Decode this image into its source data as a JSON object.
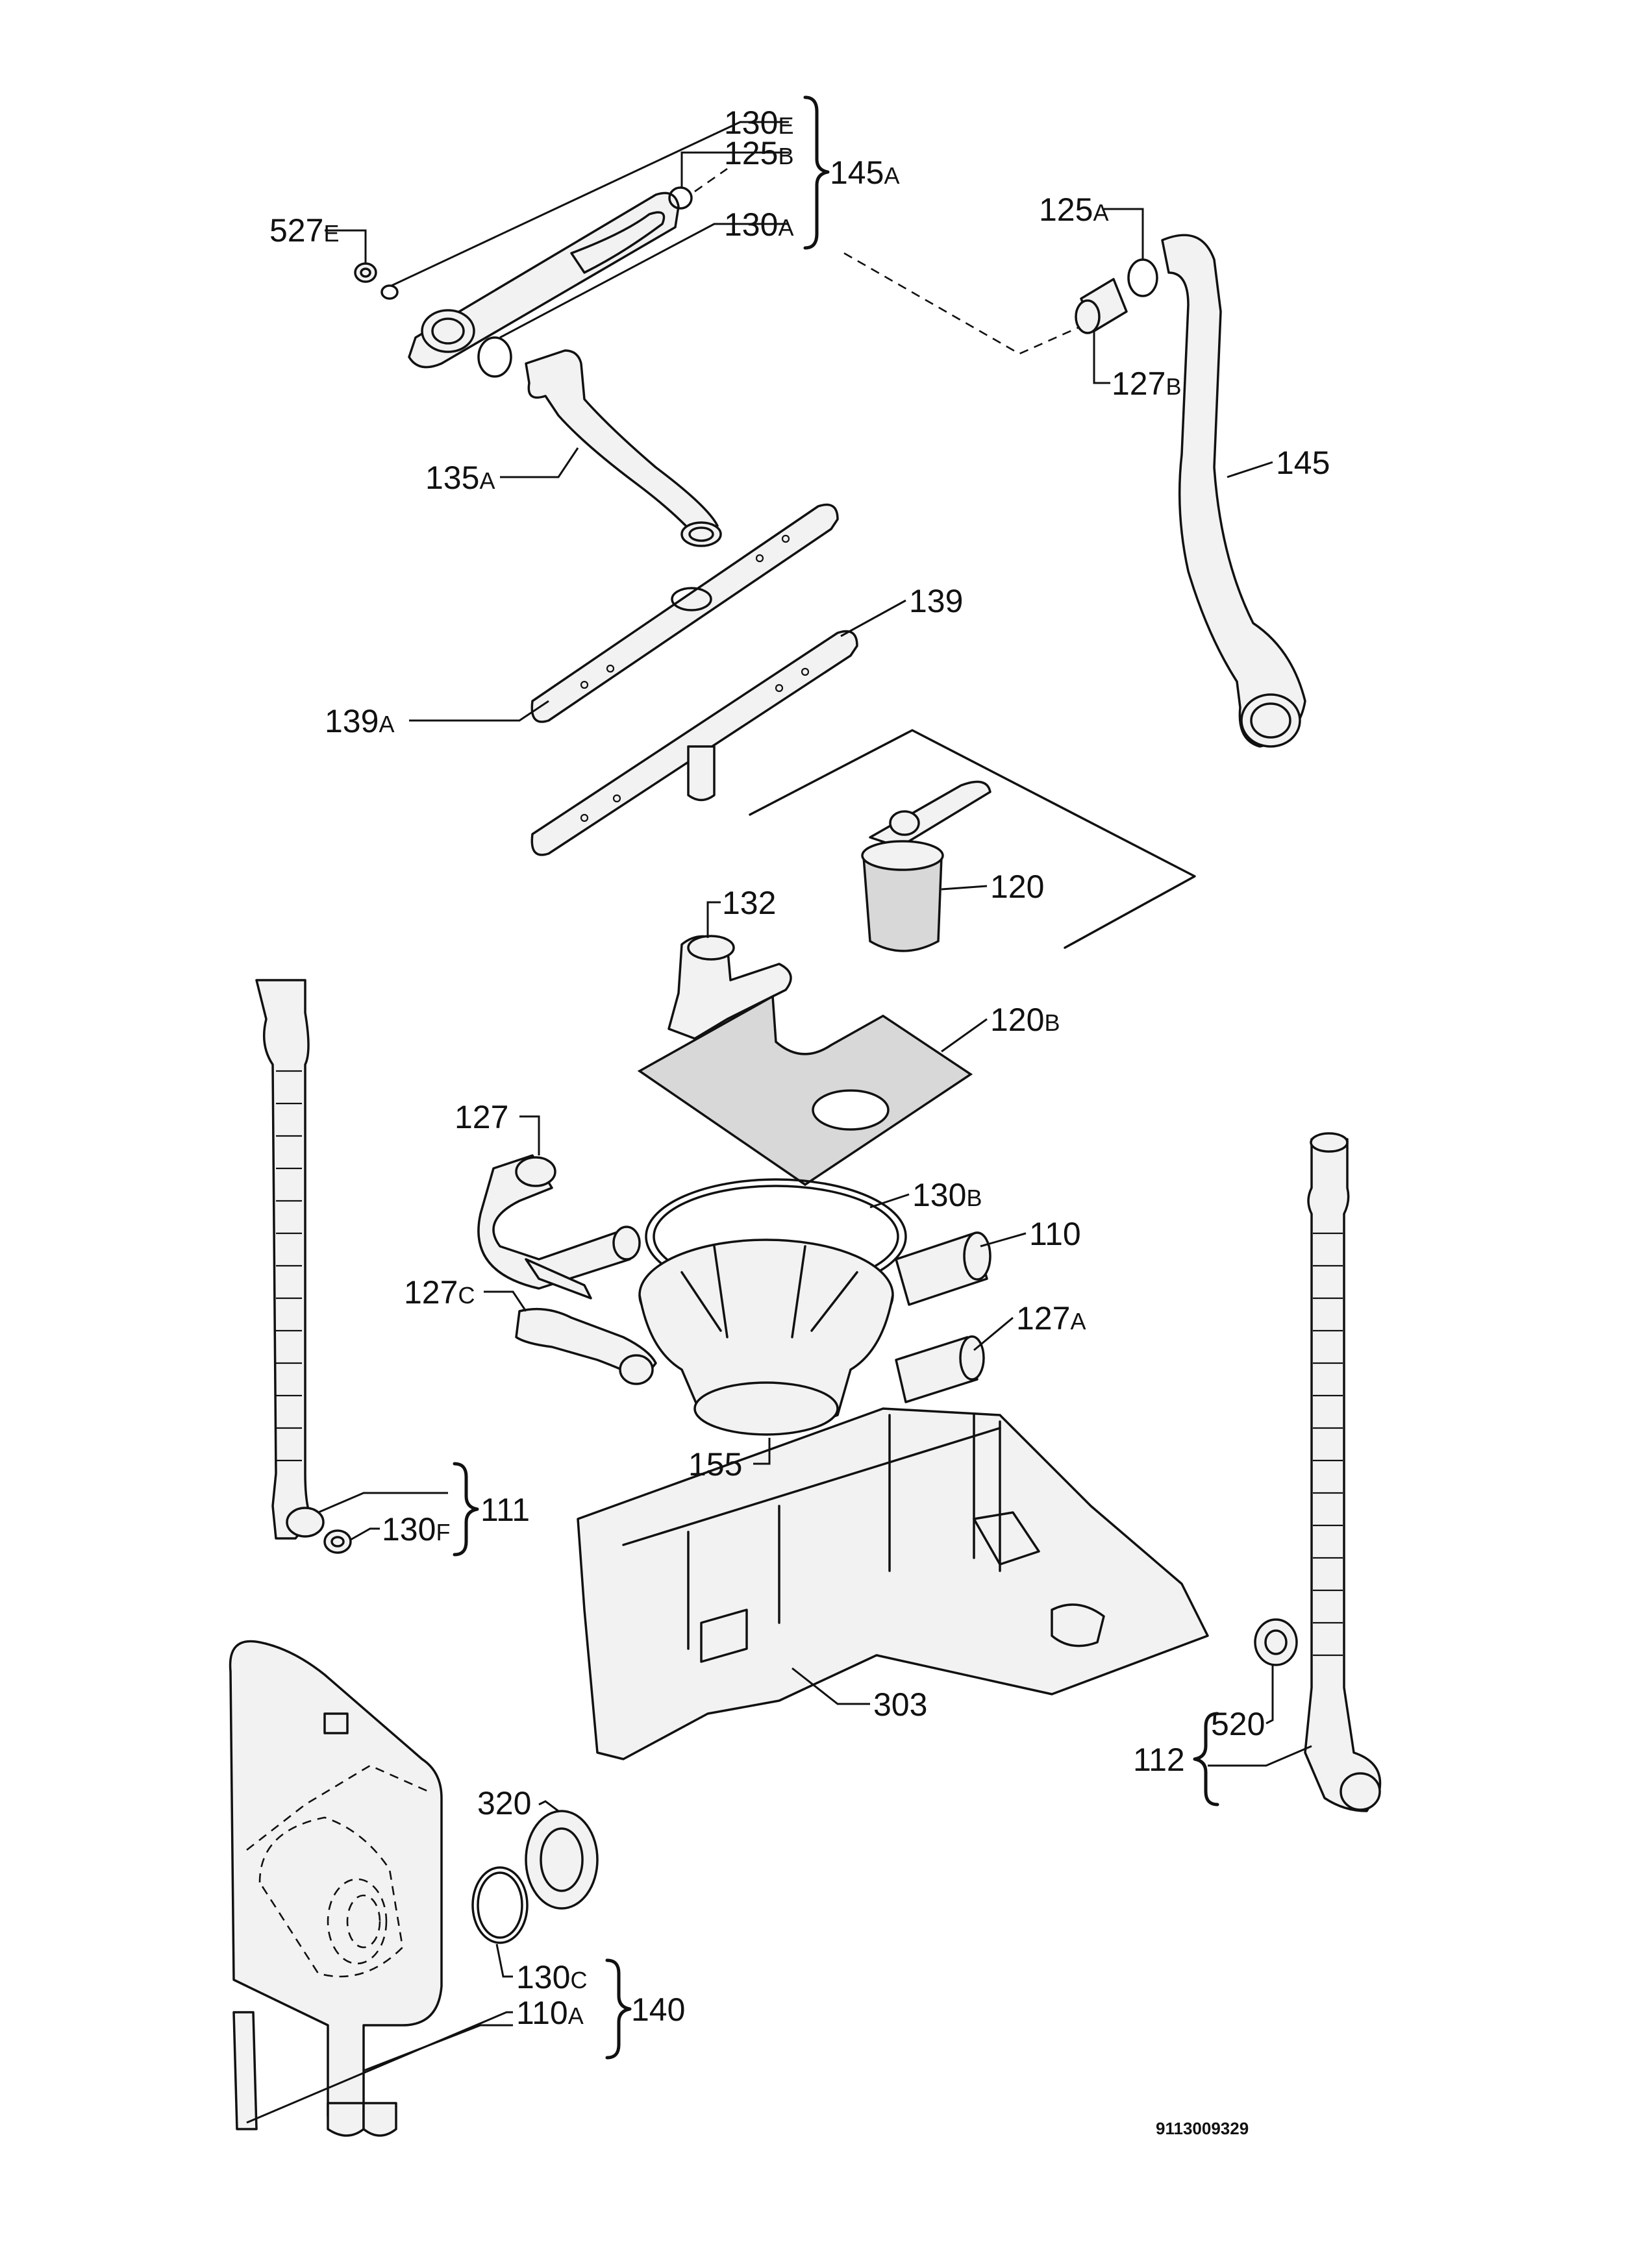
{
  "labels": {
    "l130e": {
      "num": "130",
      "sfx": "E"
    },
    "l125b": {
      "num": "125",
      "sfx": "B"
    },
    "l130a": {
      "num": "130",
      "sfx": "A"
    },
    "l145a": {
      "num": "145",
      "sfx": "A"
    },
    "l527e": {
      "num": "527",
      "sfx": "E"
    },
    "l125a": {
      "num": "125",
      "sfx": "A"
    },
    "l127b": {
      "num": "127",
      "sfx": "B"
    },
    "l145": {
      "num": "145",
      "sfx": ""
    },
    "l135a": {
      "num": "135",
      "sfx": "A"
    },
    "l139": {
      "num": "139",
      "sfx": ""
    },
    "l139a": {
      "num": "139",
      "sfx": "A"
    },
    "l120": {
      "num": "120",
      "sfx": ""
    },
    "l132": {
      "num": "132",
      "sfx": ""
    },
    "l120b": {
      "num": "120",
      "sfx": "B"
    },
    "l127": {
      "num": "127",
      "sfx": ""
    },
    "l130b": {
      "num": "130",
      "sfx": "B"
    },
    "l110": {
      "num": "110",
      "sfx": ""
    },
    "l127c": {
      "num": "127",
      "sfx": "C"
    },
    "l127a": {
      "num": "127",
      "sfx": "A"
    },
    "l155": {
      "num": "155",
      "sfx": ""
    },
    "l111": {
      "num": "111",
      "sfx": ""
    },
    "l130f": {
      "num": "130",
      "sfx": "F"
    },
    "l303": {
      "num": "303",
      "sfx": ""
    },
    "l520": {
      "num": "520",
      "sfx": ""
    },
    "l112": {
      "num": "112",
      "sfx": ""
    },
    "l320": {
      "num": "320",
      "sfx": ""
    },
    "l130c": {
      "num": "130",
      "sfx": "C"
    },
    "l110a": {
      "num": "110",
      "sfx": "A"
    },
    "l140": {
      "num": "140",
      "sfx": ""
    }
  },
  "drawing_code": "9113009329"
}
